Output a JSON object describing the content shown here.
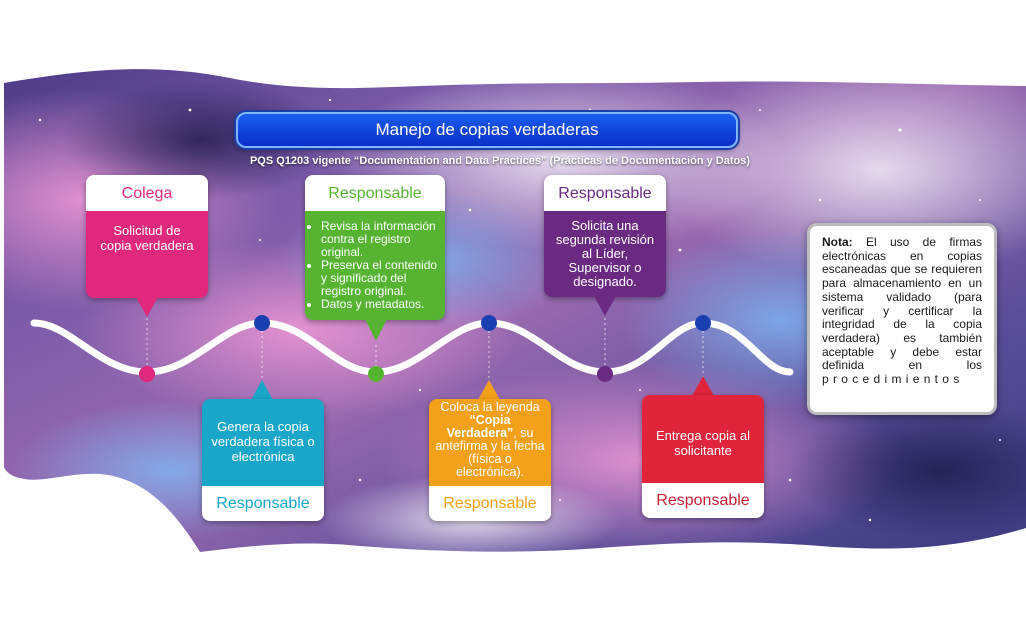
{
  "title": "Manejo de copias verdaderas",
  "subtitle": "PQS Q1203 vigente “Documentation and Data Practices” (Prácticas de Documentación y Datos)",
  "colors": {
    "pink": "#e0287c",
    "green": "#56b432",
    "purple": "#6a2a82",
    "cyan": "#1aa6c8",
    "orange": "#f3a01a",
    "red": "#e0243c",
    "title_blue": "#0b3fd8"
  },
  "steps_top": [
    {
      "header": "Colega",
      "body": "Solicitud de copia verdadera"
    },
    {
      "header": "Responsable",
      "bullets": [
        "Revisa la información contra el registro original.",
        "Preserva el contenido y significado del registro original.",
        "Datos y metadatos."
      ]
    },
    {
      "header": "Responsable",
      "body": "Solicita una segunda revisión al Líder, Supervisor o designado."
    }
  ],
  "steps_bottom": [
    {
      "header": "Responsable",
      "body": "Genera la copia verdadera física o electrónica"
    },
    {
      "header": "Responsable",
      "body_pre": "Coloca la leyenda ",
      "body_bold": "“Copia Verdadera”",
      "body_post": ", su antefirma y la fecha (física o electrónica)."
    },
    {
      "header": "Responsable",
      "body": "Entrega copia al solicitante"
    }
  ],
  "note": {
    "label": "Nota:",
    "text": "El uso de firmas electrónicas en copias escaneadas que se requieren para almacenamiento en un sistema validado (para verificar y certificar la integridad de la copia verdadera) es también aceptable y debe estar definida en los",
    "last_word": "procedimientos"
  }
}
